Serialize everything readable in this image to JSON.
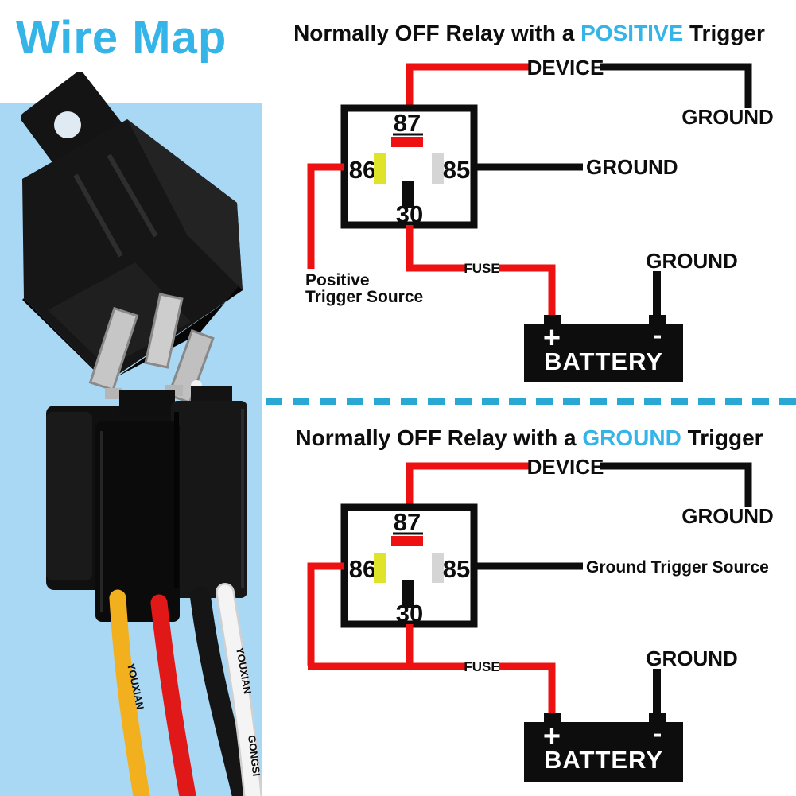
{
  "header": {
    "title": "Wire Map"
  },
  "colors": {
    "accent_cyan": "#35b4e8",
    "separator_cyan": "#2ba7d4",
    "wire_red": "#ee1111",
    "wire_black": "#0d0d0d",
    "pin87_red": "#ee1111",
    "pin86_yellow": "#dfe32a",
    "pin85_gray": "#d5d5d5",
    "pin30_black": "#0d0d0d",
    "photo_background_blue": "#a9d8f5"
  },
  "photo": {
    "wire_print_1": "YOUXIAN",
    "wire_print_2": "GONGSI"
  },
  "diagram_positive": {
    "title_prefix": "Normally OFF Relay with a ",
    "title_highlight": "POSITIVE",
    "title_suffix": " Trigger",
    "device": "DEVICE",
    "device_ground": "GROUND",
    "pin87": "87",
    "pin86": "86",
    "pin85": "85",
    "pin30": "30",
    "pin85_ground": "GROUND",
    "trigger_line1": "Positive",
    "trigger_line2": "Trigger Source",
    "fuse": "FUSE",
    "battery_ground": "GROUND",
    "battery_plus": "+",
    "battery_minus": "-",
    "battery_label": "BATTERY"
  },
  "diagram_ground": {
    "title_prefix": "Normally OFF Relay with a ",
    "title_highlight": "GROUND",
    "title_suffix": " Trigger",
    "device": "DEVICE",
    "device_ground": "GROUND",
    "pin87": "87",
    "pin86": "86",
    "pin85": "85",
    "pin30": "30",
    "pin85_label": "Ground Trigger Source",
    "fuse": "FUSE",
    "battery_ground": "GROUND",
    "battery_plus": "+",
    "battery_minus": "-",
    "battery_label": "BATTERY"
  }
}
